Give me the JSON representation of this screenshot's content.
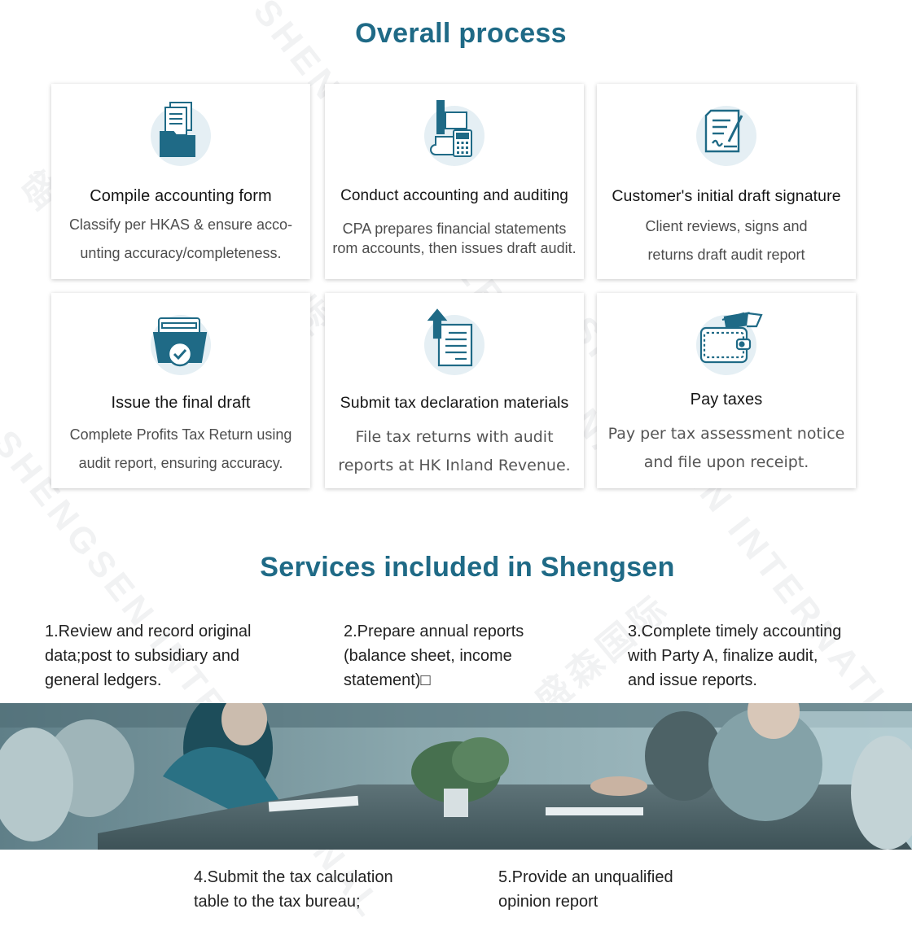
{
  "overall_process": {
    "title": "Overall process",
    "steps": [
      {
        "icon": "documents-folder-icon",
        "title": "Compile accounting form",
        "description": "Classify per HKAS & ensure acco-\nunting accuracy/completeness."
      },
      {
        "icon": "accounting-calculator-icon",
        "title": "Conduct accounting and auditing",
        "description": "CPA prepares financial statements rom accounts, then issues draft audit."
      },
      {
        "icon": "signature-document-icon",
        "title": "Customer's initial draft signature",
        "description": "Client reviews, signs and\nreturns draft audit report"
      },
      {
        "icon": "approved-folder-icon",
        "title": "Issue the final draft",
        "description": "Complete Profits Tax Return using\naudit report, ensuring accuracy."
      },
      {
        "icon": "upload-document-icon",
        "title": "Submit tax declaration materials",
        "description": "File tax returns with audit\nreports at HK Inland Revenue."
      },
      {
        "icon": "wallet-payment-icon",
        "title": "Pay taxes",
        "description": "Pay per tax assessment notice\nand file upon receipt."
      }
    ]
  },
  "services": {
    "title": "Services included in Shengsen",
    "items": [
      "1.Review and record original\ndata;post to subsidiary and\ngeneral ledgers.",
      "2.Prepare annual reports\n(balance sheet, income\nstatement)□",
      "3.Complete timely accounting\nwith Party A, finalize audit,\nand issue reports.",
      "4.Submit the tax calculation\ntable to the tax bureau;",
      "5.Provide an unqualified\nopinion report"
    ]
  },
  "watermark": {
    "text": "SHENGSEN INTERNATIONAL",
    "cjk_text": "盛森国际"
  },
  "colors": {
    "accent": "#1f6a86",
    "icon": "#1f6a86",
    "icon_bg": "#e5eff4"
  }
}
